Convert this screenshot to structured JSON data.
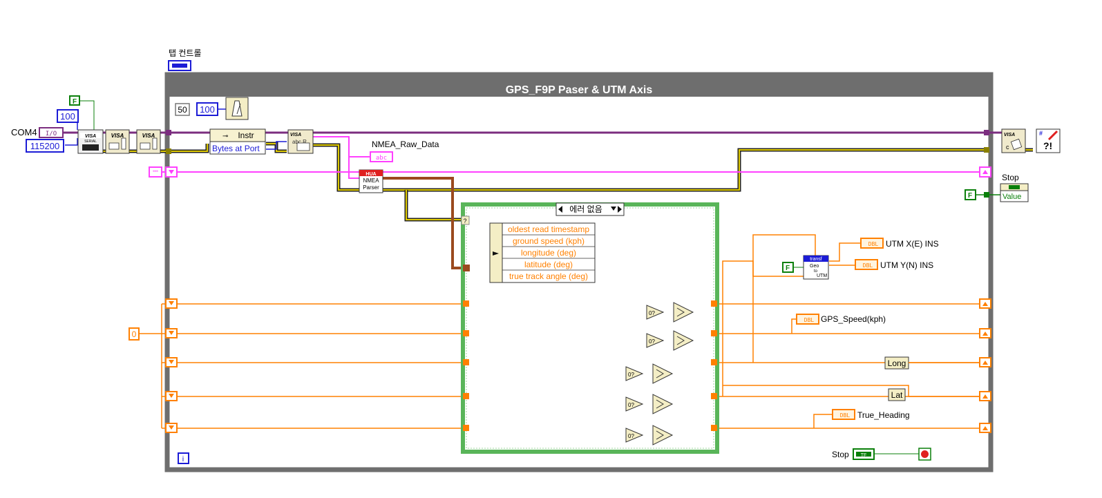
{
  "tab_control": {
    "label": "탭 컨트롤"
  },
  "while_loop": {
    "title": "GPS_F9P Paser & UTM Axis",
    "timeout_const": "50",
    "wait_const": "100",
    "iteration_terminal": "i"
  },
  "inputs": {
    "com_label": "COM4",
    "com_value": "I/O",
    "timeout_value": "100",
    "baud_value": "115200",
    "enable_termination": "F",
    "empty_string": "\"\"",
    "init_zero": "0"
  },
  "functions": {
    "visa_serial": "VISA SERIAL",
    "visa": "VISA",
    "instr_property": "Instr",
    "bytes_at_port": "Bytes at Port",
    "visa_read": "abc R",
    "nmea_parser_top": "HUA",
    "nmea_parser_mid": "NMEA",
    "nmea_parser_bot": "Parser",
    "geo_to_utm_top": "transf",
    "geo_to_utm_mid1": "Geo",
    "geo_to_utm_mid2": "to",
    "geo_to_utm_bot": "UTM",
    "visa_close": "VISA",
    "error_handler": "?!"
  },
  "indicators": {
    "nmea_raw_label": "NMEA_Raw_Data",
    "nmea_raw_type": "abc",
    "utm_x_label": "UTM X(E) INS",
    "utm_y_label": "UTM Y(N) INS",
    "gps_speed_label": "GPS_Speed(kph)",
    "long_label": "Long",
    "lat_label": "Lat",
    "true_heading_label": "True_Heading",
    "dbl_type": "DBL",
    "stop_label": "Stop",
    "stop_value": "Value",
    "stop_false": "F",
    "stop_bool": "TF",
    "utm_false": "F"
  },
  "case_structure": {
    "selector": "에러 없음",
    "unbundle_fields": [
      "oldest read timestamp",
      "ground speed (kph)",
      "longitude (deg)",
      "latitude (deg)",
      "true track angle (deg)"
    ]
  },
  "colors": {
    "visa_wire": "#7b2d7f",
    "error_wire": "#c8b400",
    "string_wire": "#ff40ff",
    "dbl_wire": "#ff8000",
    "cluster_wire": "#9b4a1e",
    "int_wire": "#1b1bd6",
    "bool_wire": "#0a7f0a",
    "loop_frame": "#6e6e6e",
    "case_frame": "#59b559"
  }
}
